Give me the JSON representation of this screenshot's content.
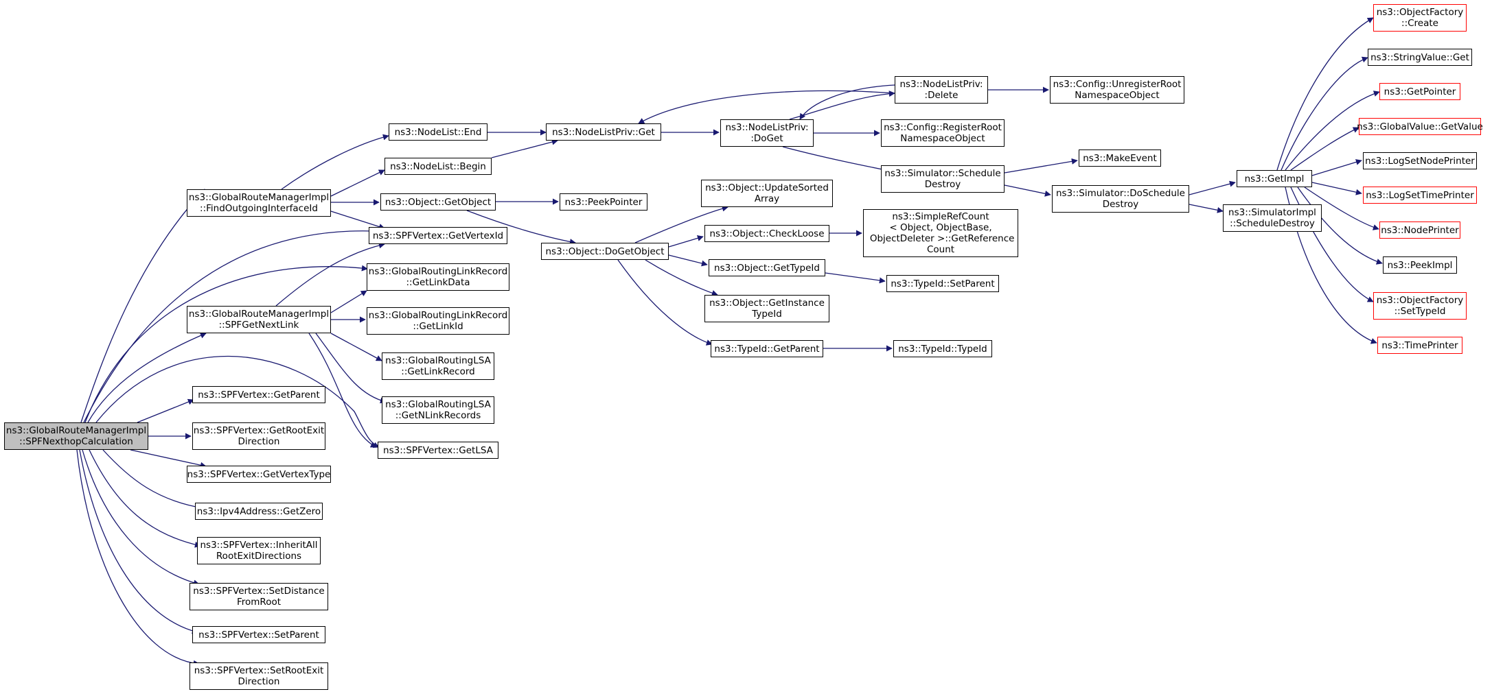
{
  "colors": {
    "edge": "#191970",
    "node_border": "#000000",
    "external_border": "#ff0000",
    "root_fill": "#bfbfbf"
  },
  "nodes": {
    "root": "ns3::GlobalRouteManagerImpl\n::SPFNexthopCalculation",
    "findOutgoing": "ns3::GlobalRouteManagerImpl\n::FindOutgoingInterfaceId",
    "spfGetNextLink": "ns3::GlobalRouteManagerImpl\n::SPFGetNextLink",
    "getParent": "ns3::SPFVertex::GetParent",
    "getRootExitDirection": "ns3::SPFVertex::GetRootExit\nDirection",
    "getVertexType": "ns3::SPFVertex::GetVertexType",
    "getZero": "ns3::Ipv4Address::GetZero",
    "inheritAll": "ns3::SPFVertex::InheritAll\nRootExitDirections",
    "setDistance": "ns3::SPFVertex::SetDistance\nFromRoot",
    "setParent": "ns3::SPFVertex::SetParent",
    "setRootExit": "ns3::SPFVertex::SetRootExit\nDirection",
    "nodeListEnd": "ns3::NodeList::End",
    "nodeListBegin": "ns3::NodeList::Begin",
    "objectGetObject": "ns3::Object::GetObject",
    "getVertexId": "ns3::SPFVertex::GetVertexId",
    "getLinkData": "ns3::GlobalRoutingLinkRecord\n::GetLinkData",
    "getLinkId": "ns3::GlobalRoutingLinkRecord\n::GetLinkId",
    "lsaGetLinkRecord": "ns3::GlobalRoutingLSA\n::GetLinkRecord",
    "lsaGetNLinkRecords": "ns3::GlobalRoutingLSA\n::GetNLinkRecords",
    "getLSA": "ns3::SPFVertex::GetLSA",
    "nodeListPrivGet": "ns3::NodeListPriv::Get",
    "peekPointer": "ns3::PeekPointer",
    "doGetObject": "ns3::Object::DoGetObject",
    "nodeListPrivDoGet": "ns3::NodeListPriv:\n:DoGet",
    "updateSorted": "ns3::Object::UpdateSorted\nArray",
    "checkLoose": "ns3::Object::CheckLoose",
    "getTypeId": "ns3::Object::GetTypeId",
    "getInstanceTypeId": "ns3::Object::GetInstance\nTypeId",
    "typeIdGetParent": "ns3::TypeId::GetParent",
    "nodeListPrivDelete": "ns3::NodeListPriv:\n:Delete",
    "registerRoot": "ns3::Config::RegisterRoot\nNamespaceObject",
    "simSchedDestroy": "ns3::Simulator::Schedule\nDestroy",
    "simpleRefCount": "ns3::SimpleRefCount\n< Object, ObjectBase,\n ObjectDeleter >::GetReference\nCount",
    "setParentTypeId": "ns3::TypeId::SetParent",
    "typeIdTypeId": "ns3::TypeId::TypeId",
    "unregisterRoot": "ns3::Config::UnregisterRoot\nNamespaceObject",
    "makeEvent": "ns3::MakeEvent",
    "simDoSched": "ns3::Simulator::DoSchedule\nDestroy",
    "getImpl": "ns3::GetImpl",
    "simImplSched": "ns3::SimulatorImpl\n::ScheduleDestroy",
    "factoryCreate": "ns3::ObjectFactory\n::Create",
    "stringValueGet": "ns3::StringValue::Get",
    "getPointer": "ns3::GetPointer",
    "globalValueGet": "ns3::GlobalValue::GetValue",
    "logSetNodePrinter": "ns3::LogSetNodePrinter",
    "logSetTimePrinter": "ns3::LogSetTimePrinter",
    "nodePrinter": "ns3::NodePrinter",
    "peekImpl": "ns3::PeekImpl",
    "factorySetTypeId": "ns3::ObjectFactory\n::SetTypeId",
    "timePrinter": "ns3::TimePrinter"
  }
}
